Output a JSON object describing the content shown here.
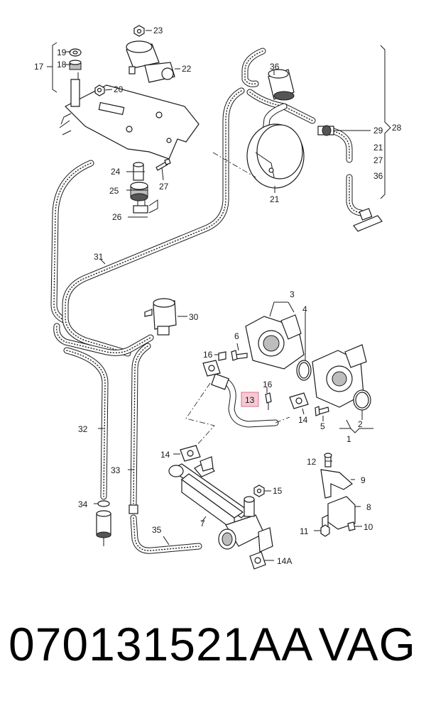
{
  "labels": {
    "l1": "1",
    "l2": "2",
    "l3": "3",
    "l4": "4",
    "l5": "5",
    "l6": "6",
    "l7": "7",
    "l8": "8",
    "l9": "9",
    "l10": "10",
    "l11": "11",
    "l12": "12",
    "l13": "13",
    "l14a": "14",
    "l14b": "14",
    "l14A": "14A",
    "l15": "15",
    "l16a": "16",
    "l16b": "16",
    "l17": "17",
    "l18": "18",
    "l19": "19",
    "l20": "20",
    "l21a": "21",
    "l21b": "21",
    "l22": "22",
    "l23": "23",
    "l24": "24",
    "l25": "25",
    "l26": "26",
    "l27a": "27",
    "l27b": "27",
    "l28": "28",
    "l29": "29",
    "l30": "30",
    "l31": "31",
    "l32": "32",
    "l33": "33",
    "l34": "34",
    "l35": "35",
    "l36a": "36",
    "l36b": "36"
  },
  "caption": {
    "part_number": "070131521AA",
    "brand": "VAG"
  },
  "colors": {
    "line": "#1a1a1a",
    "highlight_fill": "#f6c9d3",
    "highlight_stroke": "#d9738b"
  }
}
